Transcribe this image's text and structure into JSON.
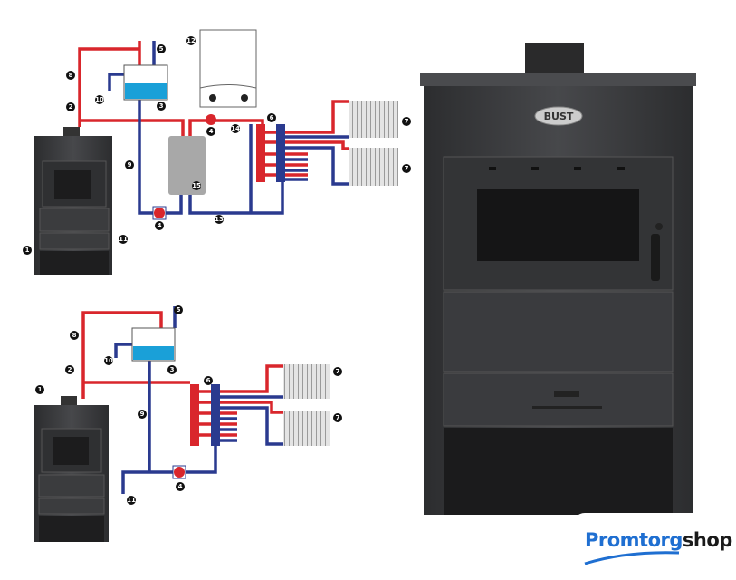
{
  "diagram_top": {
    "labels": [
      "1",
      "2",
      "8",
      "10",
      "3",
      "5",
      "12",
      "9",
      "4",
      "4",
      "14",
      "6",
      "7",
      "7",
      "15",
      "13",
      "11"
    ]
  },
  "diagram_bottom": {
    "labels": [
      "1",
      "2",
      "8",
      "10",
      "3",
      "5",
      "9",
      "4",
      "6",
      "7",
      "7",
      "11"
    ]
  },
  "stove": {
    "logo_text": "BUST"
  },
  "brand": {
    "part1": "Promtorg",
    "part2": "shop"
  },
  "colors": {
    "hot": "#d9262c",
    "cold": "#2a3a8f",
    "water": "#1aa0d8",
    "stove": "#3a3b3d"
  }
}
